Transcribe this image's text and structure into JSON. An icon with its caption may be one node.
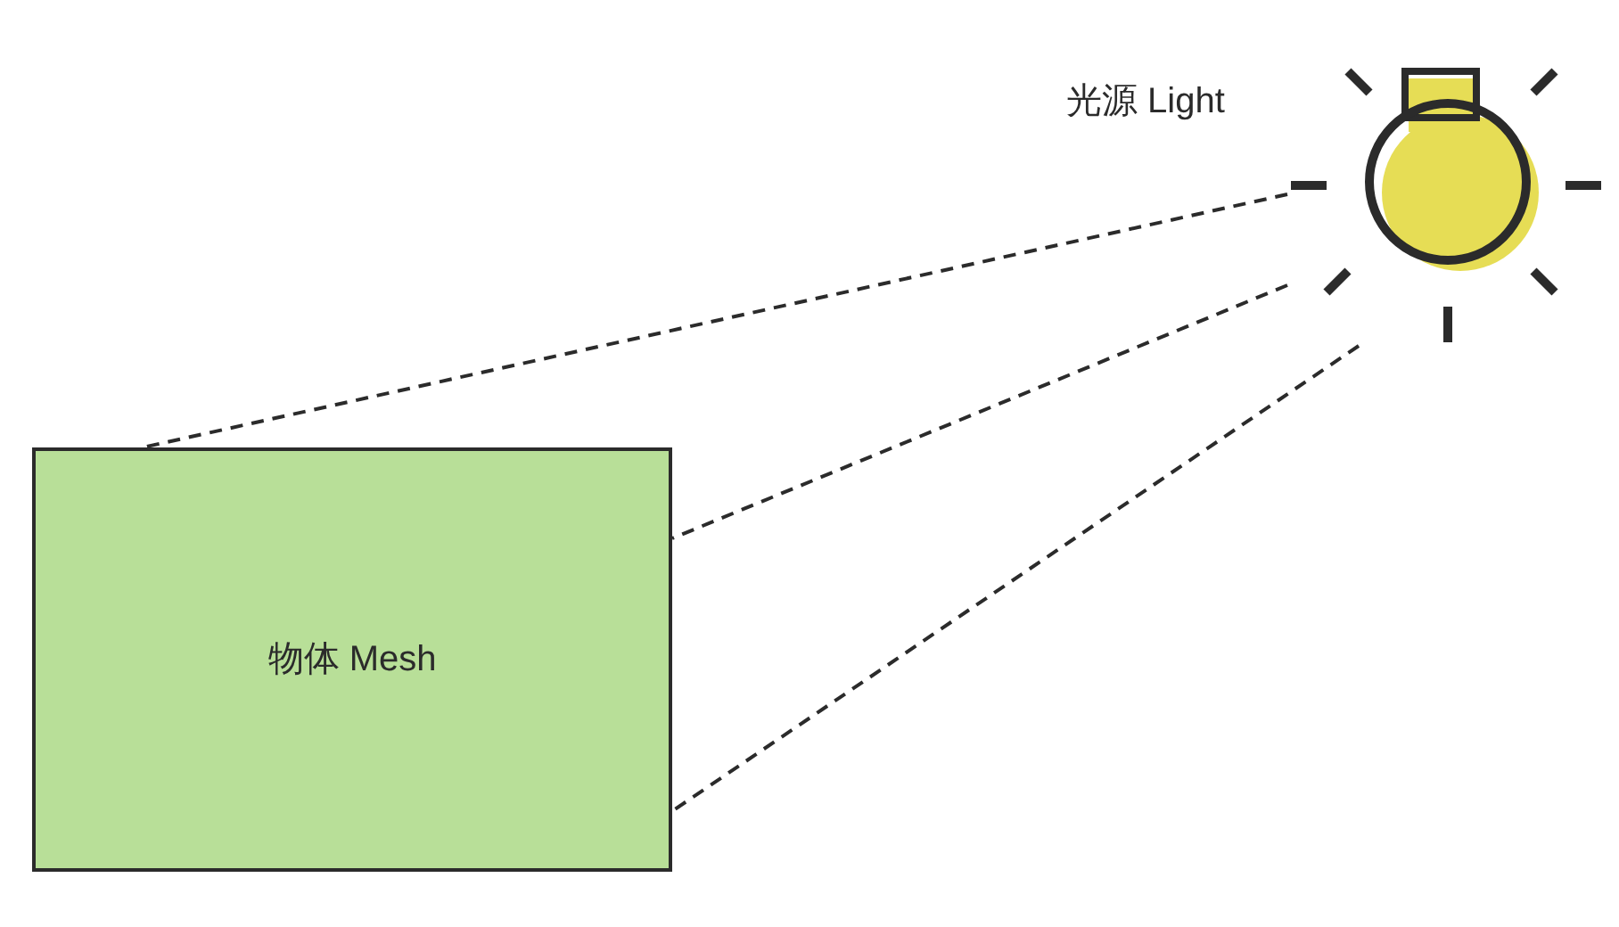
{
  "diagram": {
    "nodes": [
      {
        "text": [],
        "shape": "circle",
        "beside": [
          "光源 Light"
        ]
      },
      {
        "text": [
          "物体 Mesh"
        ]
      }
    ],
    "edges": [
      {
        "from": 0,
        "to": 1,
        "arrow": "none",
        "style": "dashed"
      },
      {
        "from": 0,
        "to": 1,
        "arrow": "none",
        "style": "dashed"
      },
      {
        "from": 0,
        "to": 1,
        "arrow": "none",
        "style": "dashed"
      }
    ]
  }
}
